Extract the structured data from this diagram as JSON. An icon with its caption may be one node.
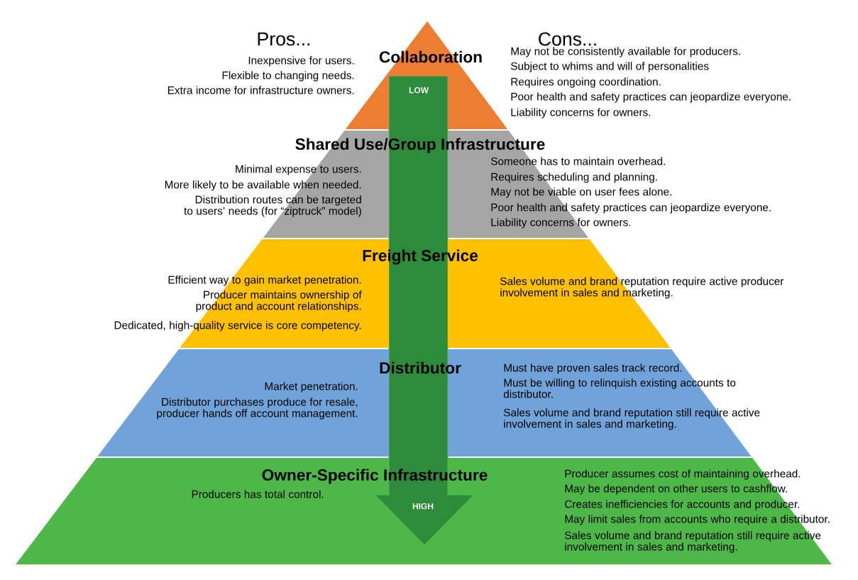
{
  "diagram": {
    "nodes": [
      {
        "text": [
          "Collaboration",
          "Inexpensive for users.",
          "Flexible to changing needs.",
          "Extra income for infrastructure owners.",
          "May not be consistently available for producers.",
          "Subject to whims and will of personalities",
          "Requires ongoing coordination.",
          "Poor health and safety practices can jeopardize everyone.",
          "Liability concerns for owners."
        ]
      },
      {
        "text": [
          "Shared Use/Group Infrastructure",
          "Minimal expense to users.",
          "More likely to be available when needed.",
          "Distribution routes can be targeted to users’ needs (for “ziptruck” model)",
          "Someone has to maintain overhead.",
          "Requires scheduling and planning.",
          "May not be viable on user fees alone.",
          "Poor health and safety practices can jeopardize everyone.",
          "Liability concerns for owners."
        ]
      },
      {
        "text": [
          "Freight Service",
          "Efficient way to gain market penetration.",
          "Producer maintains ownership of product and account relationships.",
          "Dedicated, high-quality service is core competency.",
          "Sales volume and brand reputation require active producer involvement in sales and marketing."
        ]
      },
      {
        "text": [
          "Distributor",
          "Market penetration.",
          "Distributor purchases produce for resale, producer hands off account management.",
          "Must have proven sales track record.",
          "Must be willing to relinquish existing accounts to distributor.",
          "Sales volume and brand reputation still require active involvement in sales and marketing."
        ]
      },
      {
        "text": [
          "Owner-Specific Infrastructure",
          "Producers has total control.",
          "Producer assumes cost of maintaining overhead.",
          "May be dependent on other users to cashflow.",
          "Creates inefficiencies for accounts and producer.",
          "May limit sales from accounts who require a distributor.",
          "Sales volume and brand reputation still require active involvement in sales and marketing."
        ]
      }
    ],
    "labels": [
      "Pros...",
      "Cons...",
      "LOW",
      "HIGH"
    ]
  }
}
